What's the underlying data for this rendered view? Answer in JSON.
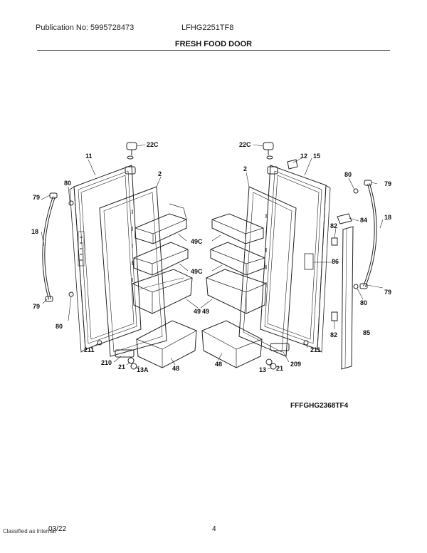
{
  "header": {
    "publication": "Publication No: 5995728473",
    "model": "LFHG2251TF8",
    "title": "FRESH FOOD DOOR"
  },
  "figure_code": "FFFGHG2368TF4",
  "footer": {
    "date": "03/22",
    "classification": "Classified as Internal",
    "page_number": "4"
  },
  "callouts": {
    "c22c_left": "22C",
    "c22c_right": "22C",
    "c11": "11",
    "c12": "12",
    "c15": "15",
    "c2_left": "2",
    "c2_right": "2",
    "c80_left_top": "80",
    "c80_left_bottom": "80",
    "c80_right_top": "80",
    "c80_right_bottom": "80",
    "c79_left_top": "79",
    "c79_left_bottom": "79",
    "c79_right_top": "79",
    "c79_right_bottom": "79",
    "c18_left": "18",
    "c18_right": "18",
    "c84": "84",
    "c82_top": "82",
    "c82_bottom": "82",
    "c86": "86",
    "c85": "85",
    "c49c_upper": "49C",
    "c49c_lower": "49C",
    "c49_left": "49",
    "c49_right": "49",
    "c48_left": "48",
    "c48_right": "48",
    "c211_left": "211",
    "c211_right": "211",
    "c210": "210",
    "c209": "209",
    "c21_left": "21",
    "c21_right": "21",
    "c13a": "13A",
    "c13": "13"
  }
}
